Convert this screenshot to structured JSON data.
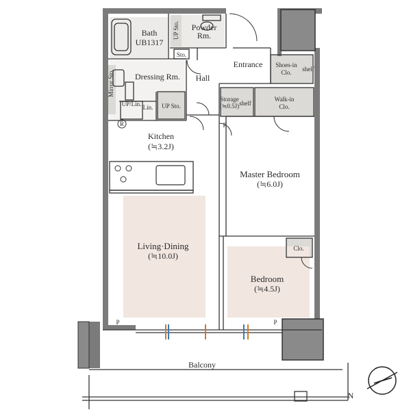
{
  "rooms": {
    "bath": {
      "line1": "Bath",
      "line2": "UB1317"
    },
    "powder": {
      "line1": "Powder",
      "line2": "Rm."
    },
    "up_sto_top": "UP Sto.",
    "sto": "Sto.",
    "dressing": "Dressing Rm.",
    "mirror_sto": "Mirror Sto.",
    "hall": "Hall",
    "entrance": "Entrance",
    "shoes_in": {
      "line1": "Shoes-in",
      "line2": "Clo."
    },
    "shelf_1": "shelf",
    "storage": {
      "line1": "Storage",
      "line2": "(≒0.5J)"
    },
    "shelf_2": "shelf",
    "walk_in": {
      "line1": "Walk-in",
      "line2": "Clo."
    },
    "up_lin": "UP/Lin.",
    "lin": "Lin.",
    "up_sto_mid": "UP Sto.",
    "r_mark": "R",
    "kitchen": {
      "name": "Kitchen",
      "area": "(≒3.2J)"
    },
    "master": {
      "name": "Master Bedroom",
      "area": "(≒6.0J)"
    },
    "living": {
      "name": "Living·Dining",
      "area": "(≒10.0J)"
    },
    "bedroom": {
      "name": "Bedroom",
      "area": "(≒4.5J)"
    },
    "clo": "Clo.",
    "balcony": "Balcony"
  },
  "marks": {
    "p1": "P",
    "p2": "P",
    "p3": "P"
  },
  "compass": {
    "north": "N"
  },
  "colors": {
    "wall": "#7b7b7b",
    "wet_floor": "#e8e6e4",
    "storage_fill": "#dcdad6",
    "living_fill": "#f1e6e0",
    "column": "#8a8a8a",
    "line": "#333333",
    "arrow_orange": "#d07a2e",
    "arrow_blue": "#3b78b8"
  }
}
